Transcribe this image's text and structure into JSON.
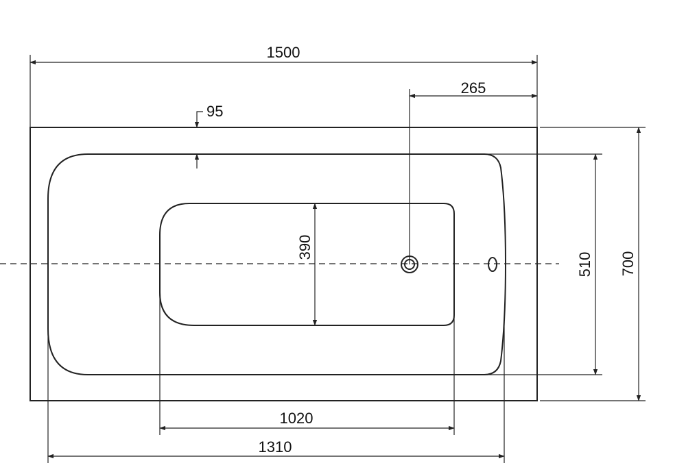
{
  "dimensions": {
    "overall_length": "1500",
    "drain_offset": "265",
    "rim_width": "95",
    "inner_bottom_width": "390",
    "inner_width": "510",
    "overall_width": "700",
    "bottom_length": "1020",
    "inner_length": "1310"
  },
  "colors": {
    "line": "#222222",
    "background": "#ffffff"
  }
}
